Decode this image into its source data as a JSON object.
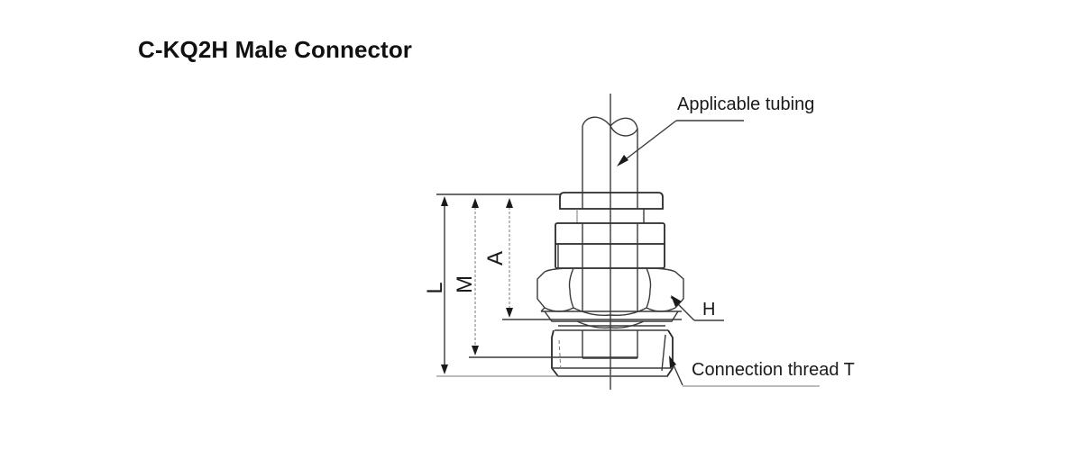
{
  "title": "C-KQ2H Male Connector",
  "callouts": {
    "tubing": "Applicable tubing",
    "hex": "H",
    "thread": "Connection thread T"
  },
  "dimensions": {
    "L": "L",
    "M": "M",
    "A": "A"
  },
  "colors": {
    "line": "#3a3a3a",
    "text": "#1a1a1a",
    "background": "#ffffff"
  }
}
